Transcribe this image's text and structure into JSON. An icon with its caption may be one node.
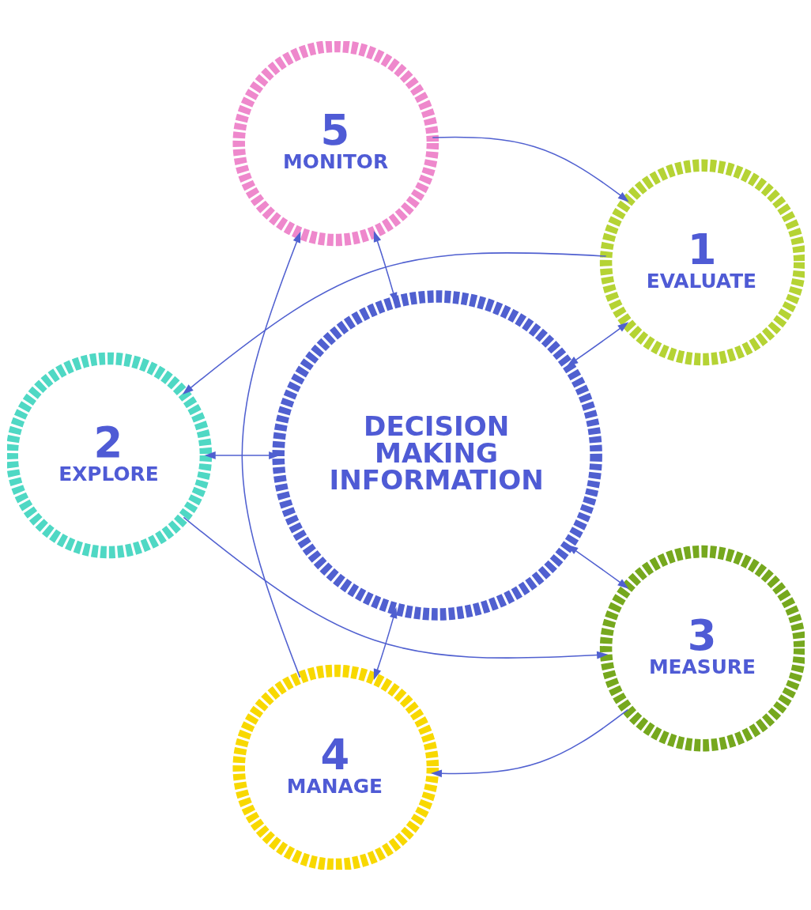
{
  "diagram": {
    "nodes": [
      {
        "text": [
          "1",
          "EVALUATE"
        ]
      },
      {
        "text": [
          "5",
          "MONITOR"
        ]
      },
      {
        "text": [
          "2",
          "EXPLORE"
        ]
      },
      {
        "text": [
          "DECISION MAKING INFORMATION"
        ]
      },
      {
        "text": [
          "4",
          "MANAGE"
        ]
      },
      {
        "text": [
          "3",
          "MEASURE"
        ]
      }
    ],
    "edges": [
      {
        "from": 3,
        "to": 0,
        "arrow": "both"
      },
      {
        "from": 3,
        "to": 2,
        "arrow": "both"
      },
      {
        "from": 3,
        "to": 5,
        "arrow": "both"
      },
      {
        "from": 3,
        "to": 4,
        "arrow": "both"
      },
      {
        "from": 3,
        "to": 1,
        "arrow": "both"
      },
      {
        "from": 0,
        "to": 2,
        "arrow": "to"
      },
      {
        "from": 2,
        "to": 5,
        "arrow": "to"
      },
      {
        "from": 5,
        "to": 4,
        "arrow": "to"
      },
      {
        "from": 4,
        "to": 1,
        "arrow": "to"
      },
      {
        "from": 1,
        "to": 0,
        "arrow": "to"
      }
    ]
  }
}
